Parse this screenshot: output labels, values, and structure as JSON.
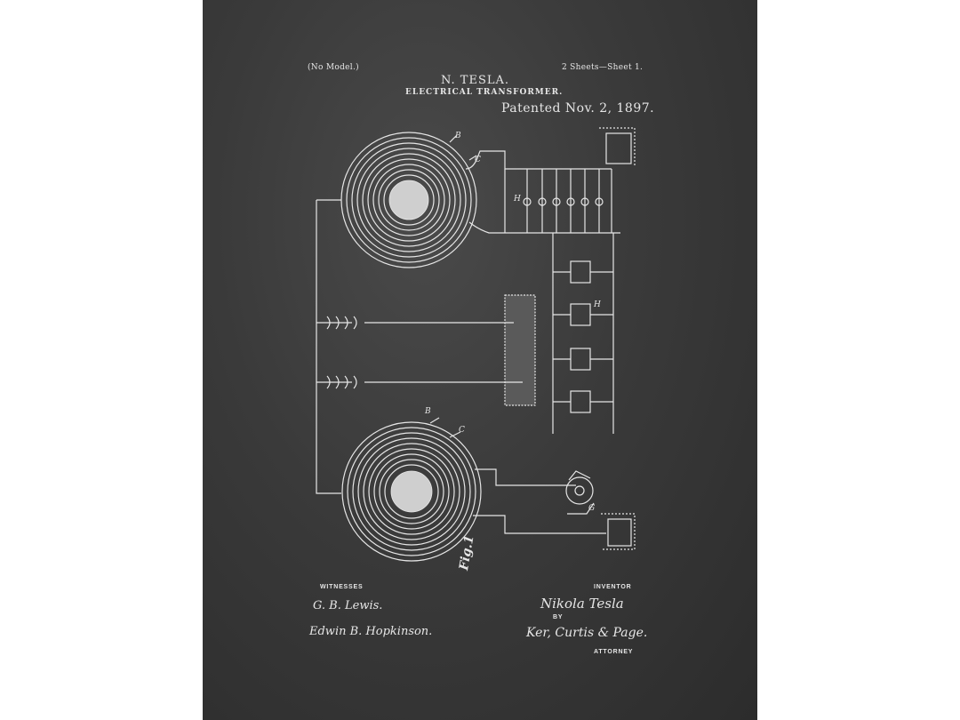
{
  "header": {
    "left": "(No Model.)",
    "inventor_name": "N. TESLA.",
    "title": "ELECTRICAL TRANSFORMER.",
    "sheets": "2 Sheets—Sheet 1.",
    "patented": "Patented Nov. 2, 1897."
  },
  "figure": {
    "label": "Fig.1",
    "parts": [
      "B",
      "C",
      "H",
      "H",
      "B",
      "C",
      "G"
    ]
  },
  "footer": {
    "witnesses_label": "WITNESSES",
    "witness_1": "G. B. Lewis.",
    "witness_2": "Edwin B. Hopkinson.",
    "inventor_label": "INVENTOR",
    "inventor_signature": "Nikola Tesla",
    "by_label": "BY",
    "attorney_signature": "Ker, Curtis & Page.",
    "attorney_label": "ATTORNEY"
  },
  "colors": {
    "chalkboard": "#3a3a3a",
    "chalk": "#e6e6e6",
    "margin": "#ffffff"
  }
}
